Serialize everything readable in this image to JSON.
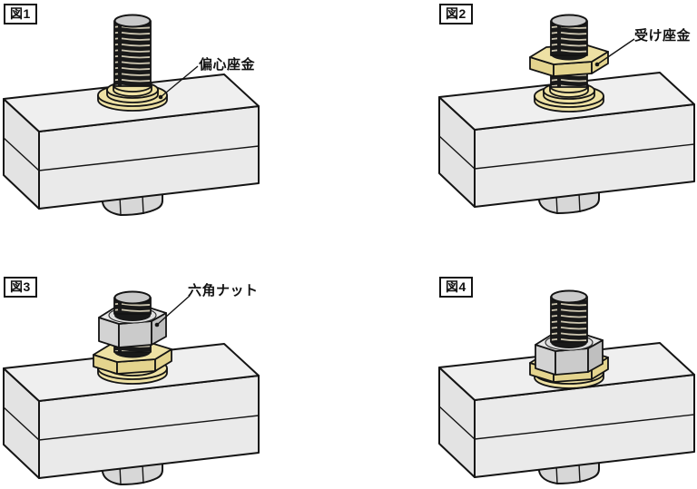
{
  "figures": [
    {
      "tag": "図1",
      "callout": "偏心座金"
    },
    {
      "tag": "図2",
      "callout": "受け座金"
    },
    {
      "tag": "図3",
      "callout": "六角ナット"
    },
    {
      "tag": "図4"
    }
  ],
  "colors": {
    "washer_gold": "#eee1a4",
    "washer_gold_dark": "#e4d48e",
    "block_gray": "#ececec",
    "nut_gray": "#d2d2d2",
    "bolt_thread_dark": "#191919",
    "outline_black": "#141414"
  }
}
